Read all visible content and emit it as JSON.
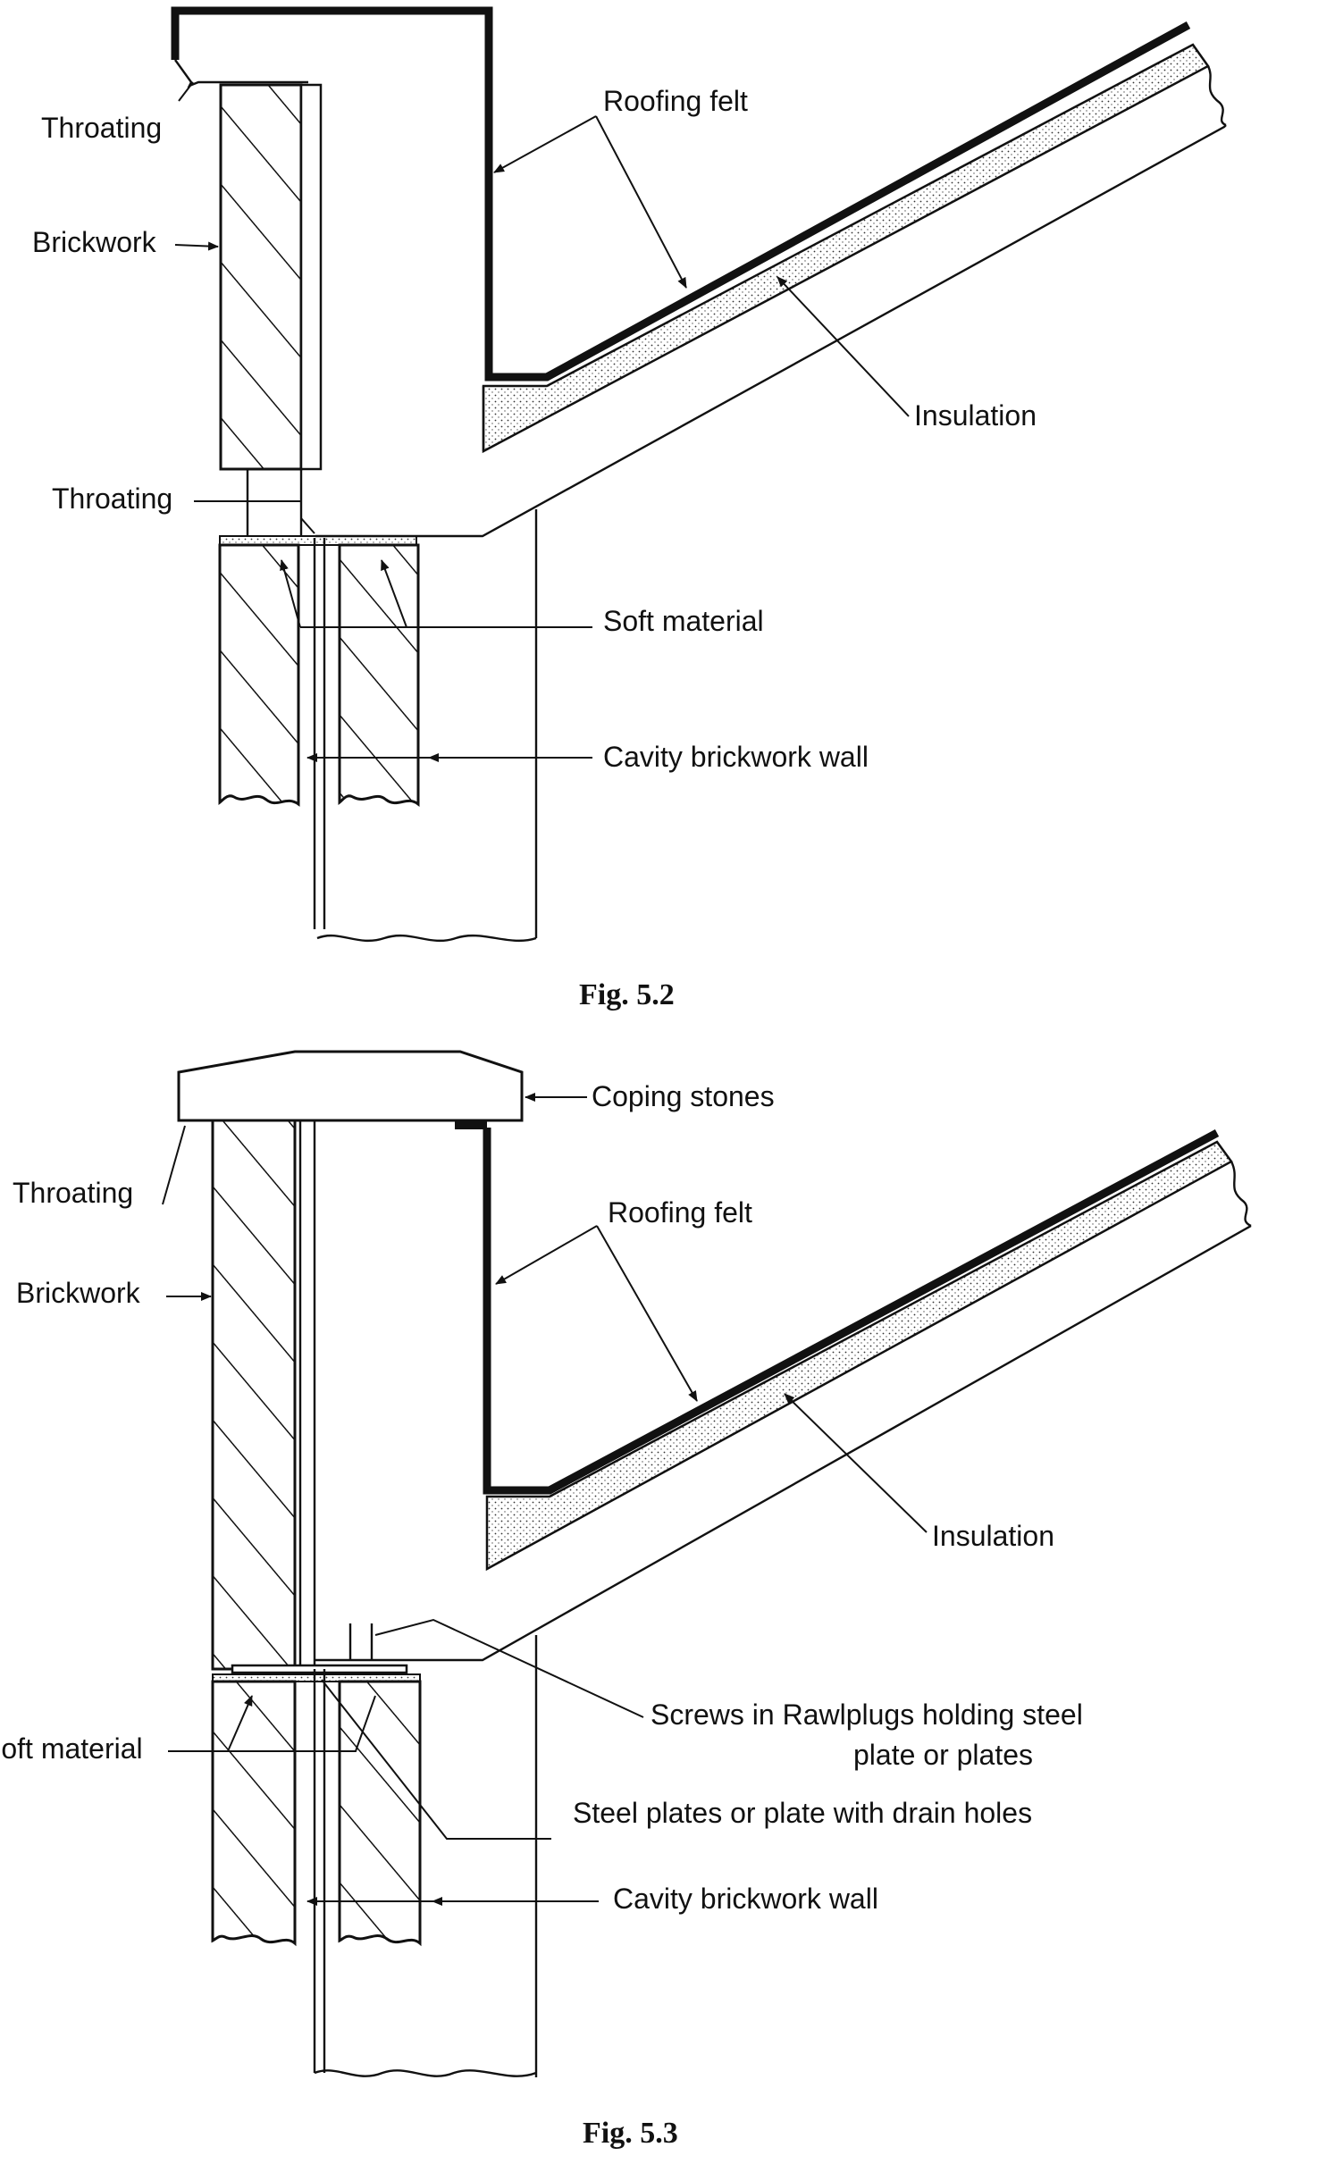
{
  "figures": [
    {
      "id": "fig-5-2",
      "caption": "Fig. 5.2",
      "labels": {
        "throating_top": "Throating",
        "brickwork": "Brickwork",
        "roofing_felt": "Roofing felt",
        "insulation": "Insulation",
        "throating_mid": "Throating",
        "soft_material": "Soft material",
        "cavity_wall": "Cavity brickwork wall"
      }
    },
    {
      "id": "fig-5-3",
      "caption": "Fig. 5.3",
      "labels": {
        "coping_stones": "Coping stones",
        "throating": "Throating",
        "brickwork": "Brickwork",
        "roofing_felt": "Roofing felt",
        "insulation": "Insulation",
        "screws_line1": "Screws in Rawlplugs holding steel",
        "screws_line2": "plate or plates",
        "soft_material": "Soft material",
        "steel_plates": "Steel plates or plate with drain holes",
        "cavity_wall": "Cavity brickwork wall"
      }
    }
  ]
}
